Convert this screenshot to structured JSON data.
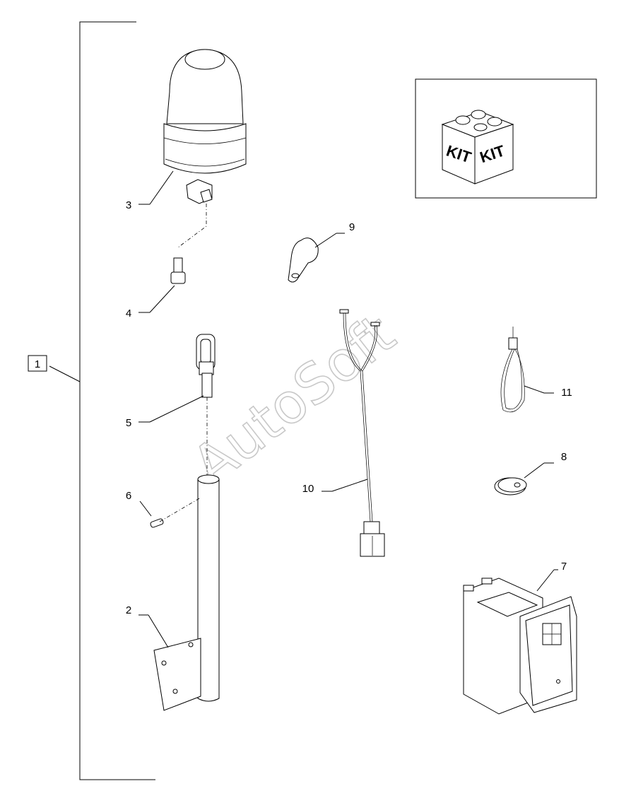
{
  "labels": {
    "assembly": "1",
    "p2": "2",
    "p3": "3",
    "p4": "4",
    "p5": "5",
    "p6": "6",
    "p7": "7",
    "p8": "8",
    "p9": "9",
    "p10": "10",
    "p11": "11"
  },
  "kit": {
    "left": "KIT",
    "right": "KIT"
  },
  "watermark": "AutoSoft"
}
